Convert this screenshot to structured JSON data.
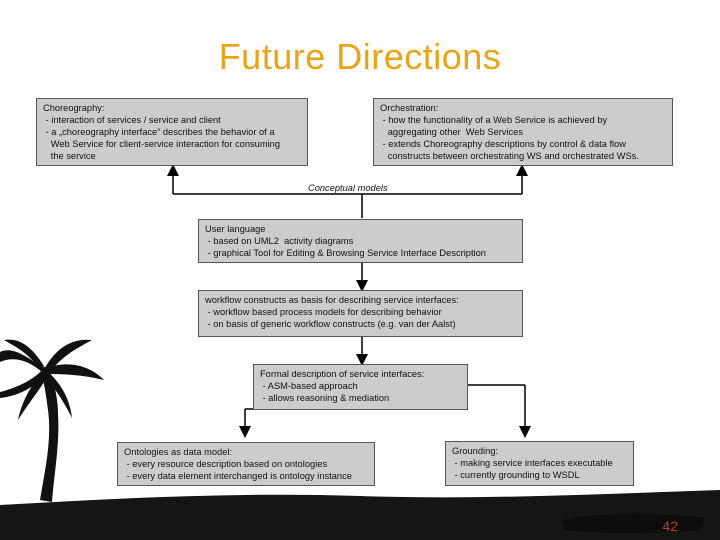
{
  "slide": {
    "title": "Future Directions",
    "page_number": "42"
  },
  "choreography": {
    "head": "Choreography:",
    "lines": [
      " - interaction of services / service and client",
      " - a „choreography interface“ describes the behavior of a",
      "   Web Service for client-service interaction for consuming",
      "   the service"
    ]
  },
  "orchestration": {
    "head": "Orchestration:",
    "lines": [
      " - how the functionality of a Web Service is achieved by",
      "   aggregating other  Web Services",
      " - extends Choreography descriptions by control & data flow",
      "   constructs between orchestrating WS and orchestrated WSs."
    ]
  },
  "conceptual_models_label": "Conceptual models",
  "user_language": {
    "head": "User language",
    "lines": [
      " - based on UML2  activity diagrams",
      " - graphical Tool for Editing & Browsing Service Interface Description"
    ]
  },
  "workflow": {
    "head": "workflow constructs as basis for describing service interfaces:",
    "lines": [
      " - workflow based process models for describing behavior",
      " - on basis of generic workflow constructs (e.g. van der Aalst)"
    ]
  },
  "formal": {
    "head": "Formal description of service interfaces:",
    "lines": [
      " - ASM-based approach",
      " - allows reasoning & mediation"
    ]
  },
  "ontologies": {
    "head": "Ontologies as data model:",
    "lines": [
      " - every resource description based on ontologies",
      " - every data element interchanged is ontology instance"
    ]
  },
  "grounding": {
    "head": "Grounding:",
    "lines": [
      " - making service interfaces executable",
      " - currently grounding to WSDL"
    ]
  }
}
